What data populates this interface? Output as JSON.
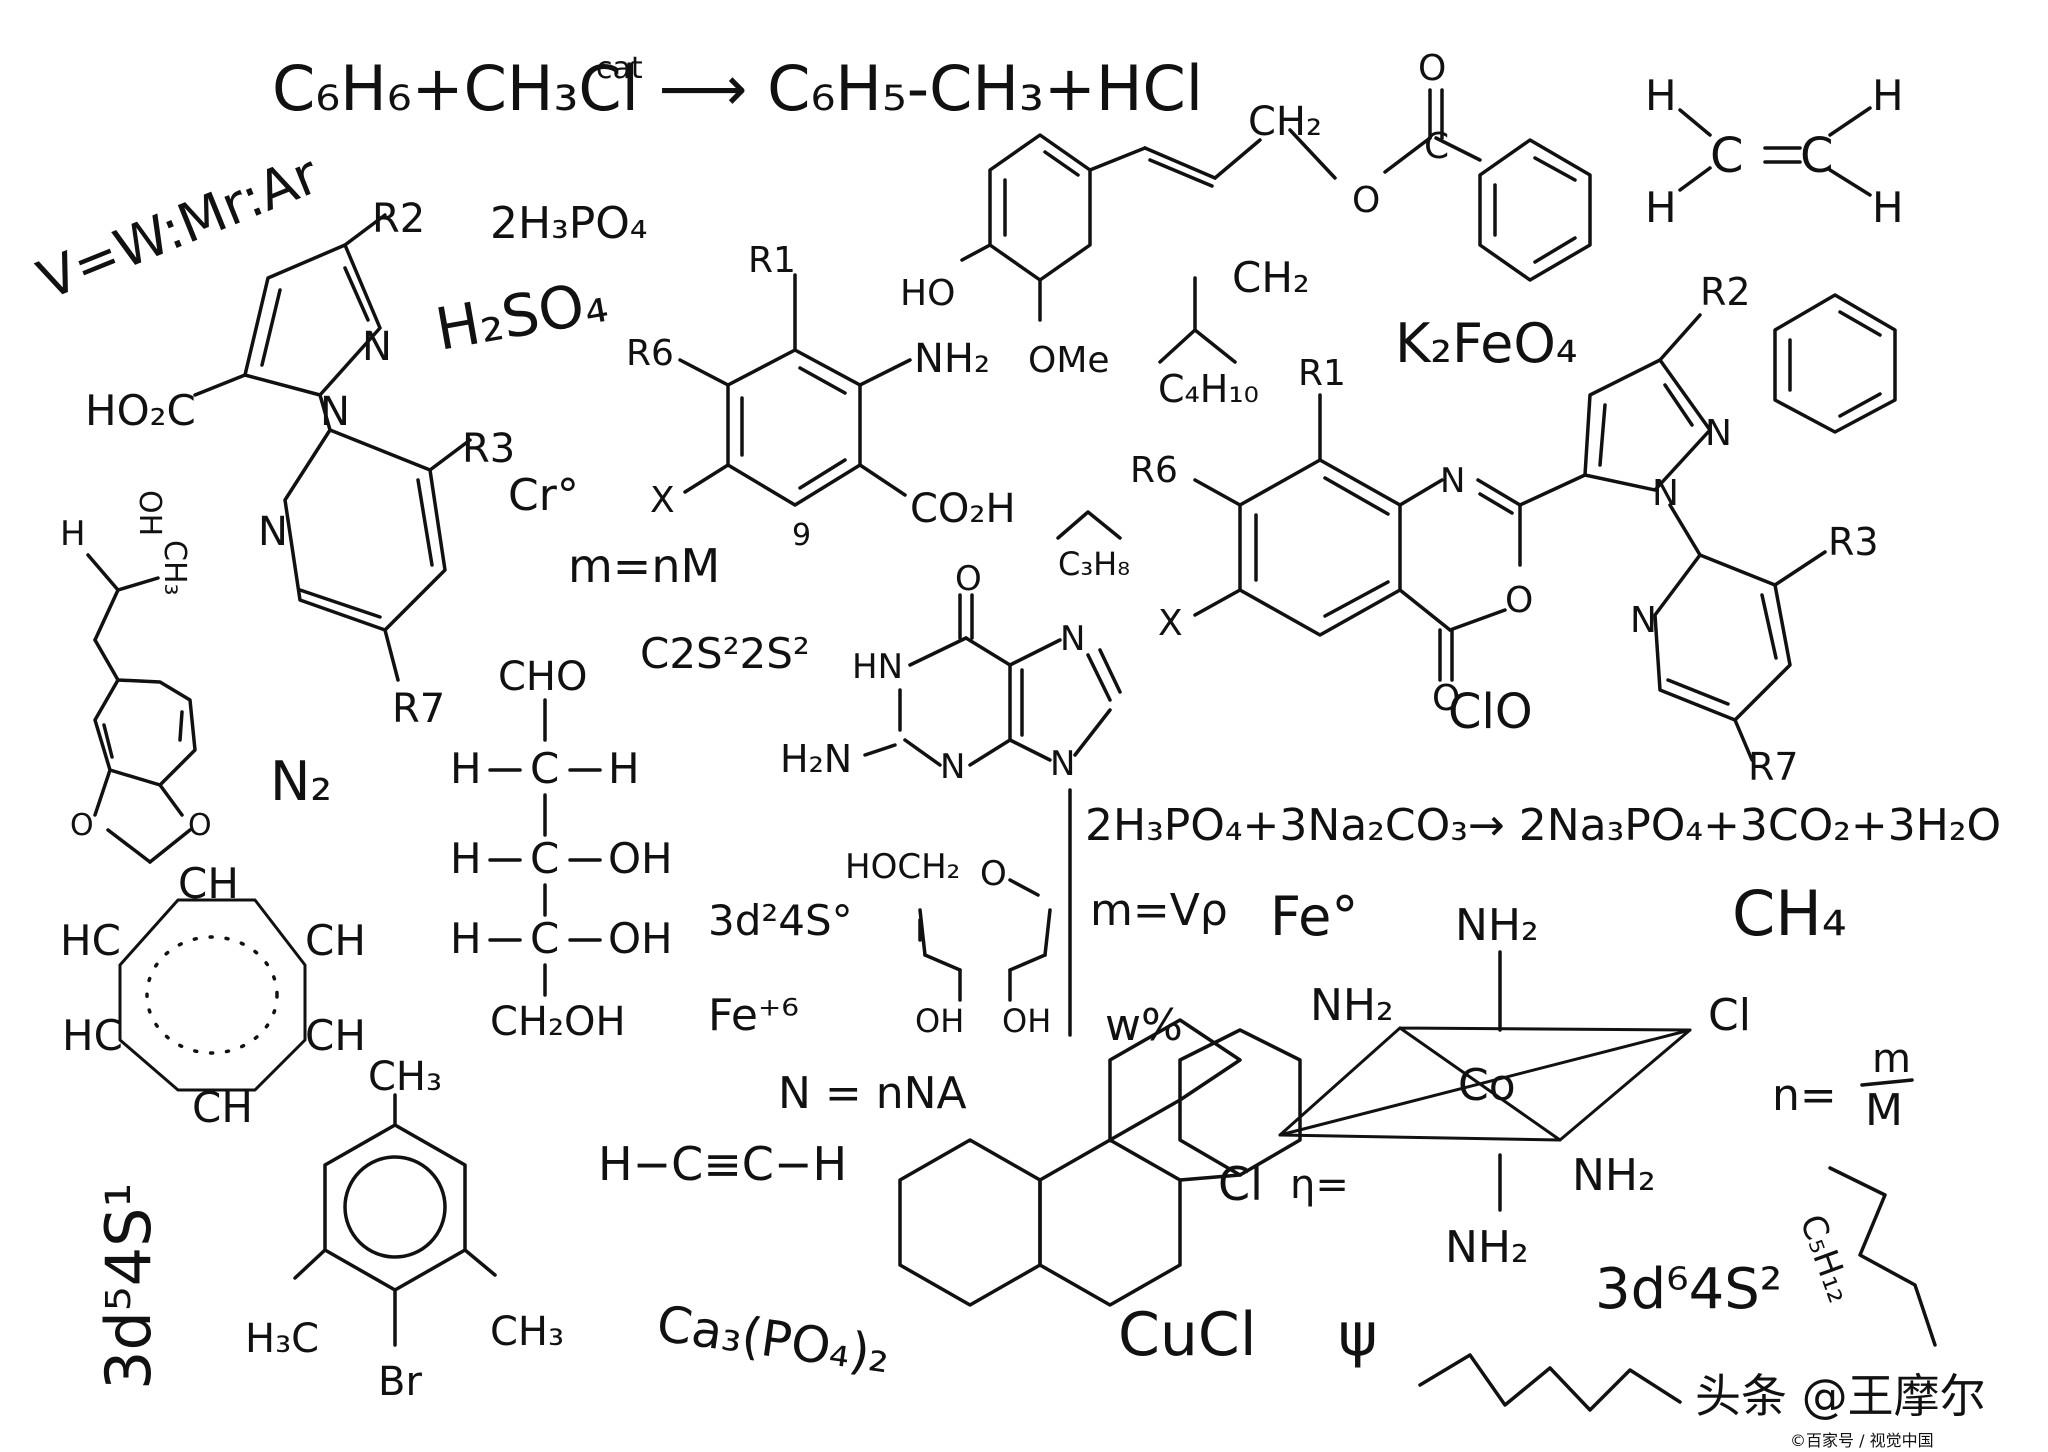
{
  "formulas": {
    "benzene_methylation": "C₆H₆+CH₃Cl ⟶ C₆H₅-CH₃+HCl",
    "cat": "cat",
    "ratio": "V=W:Mr:Ar",
    "h3po4": "2H₃PO₄",
    "h2so4": "H₂SO₄",
    "k2feo4": "K₂FeO₄",
    "cr": "Cr°",
    "mnm": "m=nM",
    "c2s": "C2S²2S²",
    "n2": "N₂",
    "d2s0": "3d²4S°",
    "fe6": "Fe⁺⁶",
    "nnna": "N = nNA",
    "acetylene": "H−C≡C−H",
    "ca3po4": "Ca₃(PO₄)₂",
    "cucl": "CuCl",
    "psi": "ψ",
    "eta": "η=",
    "cl_eta": "Cl",
    "d5s1": "3d⁵4S¹",
    "d6s2": "3d⁶4S²",
    "reaction2": "2H₃PO₄+3Na₂CO₃→ 2Na₃PO₄+3CO₂+3H₂O",
    "mvp": "m=Vρ",
    "fe0": "Fe°",
    "ch4": "CH₄",
    "wpct": "w%",
    "n_eq": "n=",
    "n_m": "m",
    "n_M": "M",
    "c5h12": "C₅H₁₂",
    "c4h10": "C₄H₁₀",
    "ch2_isobutane": "CH₂",
    "c3h8": "C₃H₈",
    "clo": "ClO"
  },
  "labels": {
    "r1": "R1",
    "r2": "R2",
    "r3": "R3",
    "r6": "R6",
    "r7": "R7",
    "x": "X",
    "nh2": "NH₂",
    "co2h": "CO₂H",
    "nine": "9",
    "ho": "HO",
    "ome": "OMe",
    "ch2": "CH₂",
    "o": "O",
    "ho2c": "HO₂C",
    "n": "N",
    "h": "H",
    "oh": "OH",
    "ch3": "CH₃",
    "c": "C",
    "cho": "CHO",
    "ch2oh": "CH₂OH",
    "hn": "HN",
    "h2n": "H₂N",
    "hoch2": "HOCH₂",
    "ch": "CH",
    "hc": "HC",
    "br": "Br",
    "h3c": "H₃C",
    "co": "Co",
    "cl": "Cl"
  },
  "watermark": {
    "main": "头条 @王摩尔",
    "sub": "©百家号 / 视觉中国"
  }
}
